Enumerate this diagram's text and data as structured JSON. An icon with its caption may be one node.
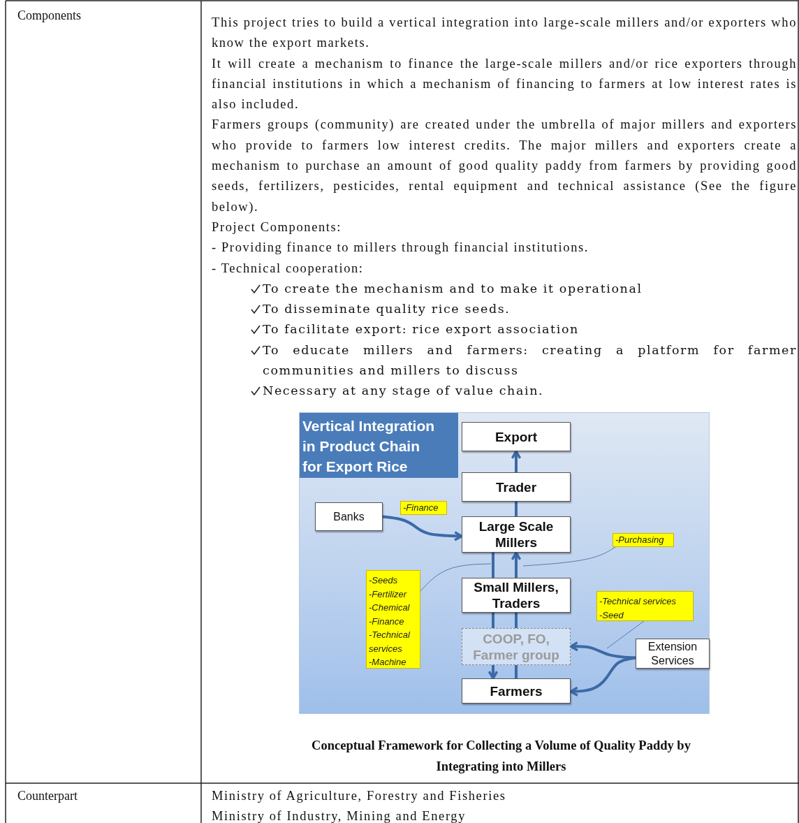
{
  "diagram": {
    "title": "Vertical Integration in Product Chain for Export Rice",
    "caption": "Conceptual Framework for Collecting a Volume of Quality Paddy by Integrating into Millers",
    "nodes": [
      {
        "text": [
          "Export"
        ]
      },
      {
        "text": [
          "Trader"
        ]
      },
      {
        "text": [
          "Large Scale Millers"
        ]
      },
      {
        "text": [
          "Banks"
        ]
      },
      {
        "text": [
          "Small Millers, Traders"
        ]
      },
      {
        "text": [
          "COOP, FO, Farmer group"
        ]
      },
      {
        "text": [
          "Farmers"
        ]
      },
      {
        "text": [
          "Extension Services"
        ]
      },
      {
        "text": [
          "-Finance"
        ]
      },
      {
        "text": [
          "-Purchasing"
        ]
      },
      {
        "text": [
          "-Seeds",
          "-Fertilizer",
          "-Chemical",
          "-Finance",
          "-Technical services",
          "-Machine"
        ]
      },
      {
        "text": [
          "-Technical services",
          "-Seed"
        ]
      }
    ],
    "edges": [
      {
        "from": 1,
        "to": 0,
        "arrow": "to"
      },
      {
        "from": 2,
        "to": 1,
        "arrow": "none"
      },
      {
        "from": 3,
        "to": 2,
        "arrow": "to"
      },
      {
        "from": 2,
        "to": 4,
        "arrow": "none"
      },
      {
        "from": 4,
        "to": 5,
        "arrow": "none"
      },
      {
        "from": 5,
        "to": 6,
        "arrow": "to"
      },
      {
        "from": 6,
        "to": 5,
        "arrow": "none"
      },
      {
        "from": 5,
        "to": 4,
        "arrow": "none"
      },
      {
        "from": 4,
        "to": 2,
        "arrow": "to"
      },
      {
        "from": 7,
        "to": 5,
        "arrow": "to"
      },
      {
        "from": 7,
        "to": 6,
        "arrow": "to"
      },
      {
        "from": 9,
        "to": null,
        "arrow": "none"
      },
      {
        "from": 10,
        "to": null,
        "arrow": "none"
      },
      {
        "from": 11,
        "to": null,
        "arrow": "none"
      }
    ],
    "labels": [
      "Components",
      "This project tries to build a vertical integration into large-scale millers and/or exporters who know the export markets.",
      "It will create a mechanism to finance the large-scale millers and/or rice exporters through financial institutions in which a mechanism of financing to farmers at low interest rates is also included.",
      "Farmers groups (community) are created under the umbrella of major millers and exporters who provide to farmers low interest credits.  The major millers and exporters create a mechanism to purchase an amount of good quality paddy from farmers by providing good seeds, fertilizers, pesticides, rental equipment and technical assistance (See the figure below).",
      "Project Components:",
      "- Providing finance to millers through financial institutions.",
      "- Technical cooperation:",
      "To create the mechanism and to make it operational",
      "To disseminate quality rice seeds.",
      "To facilitate export: rice export association",
      "To educate millers and farmers: creating a platform for farmer communities and millers to discuss",
      "Necessary at any stage of value chain.",
      "Counterpart",
      "Ministry of Agriculture, Forestry and Fisheries",
      "Ministry of Industry, Mining and Energy"
    ]
  }
}
